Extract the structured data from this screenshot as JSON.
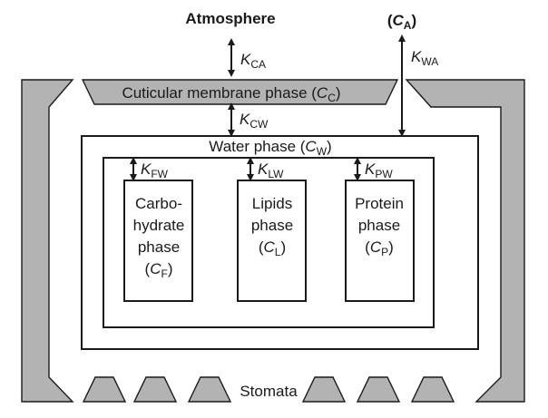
{
  "labels": {
    "atmosphere": "Atmosphere",
    "cuticular": "Cuticular membrane phase (",
    "water": "Water phase (",
    "stomata": "Stomata",
    "carbo_l1": "Carbo-",
    "carbo_l2": "hydrate",
    "carbo_l3": "phase",
    "lipids_l1": "Lipids",
    "lipids_l2": "phase",
    "protein_l1": "Protein",
    "protein_l2": "phase"
  },
  "symbols": {
    "ca": {
      "base": "C",
      "sub": "A"
    },
    "cc": {
      "base": "C",
      "sub": "C"
    },
    "cw": {
      "base": "C",
      "sub": "W"
    },
    "cf": {
      "base": "C",
      "sub": "F"
    },
    "cl": {
      "base": "C",
      "sub": "L"
    },
    "cp": {
      "base": "C",
      "sub": "P"
    }
  },
  "coefficients": {
    "kca": {
      "base": "K",
      "sub": "CA"
    },
    "kwa": {
      "base": "K",
      "sub": "WA"
    },
    "kcw": {
      "base": "K",
      "sub": "CW"
    },
    "kfw": {
      "base": "K",
      "sub": "FW"
    },
    "klw": {
      "base": "K",
      "sub": "LW"
    },
    "kpw": {
      "base": "K",
      "sub": "PW"
    }
  },
  "colors": {
    "wall": "#b3b3b3",
    "line": "#1a1a1a"
  }
}
